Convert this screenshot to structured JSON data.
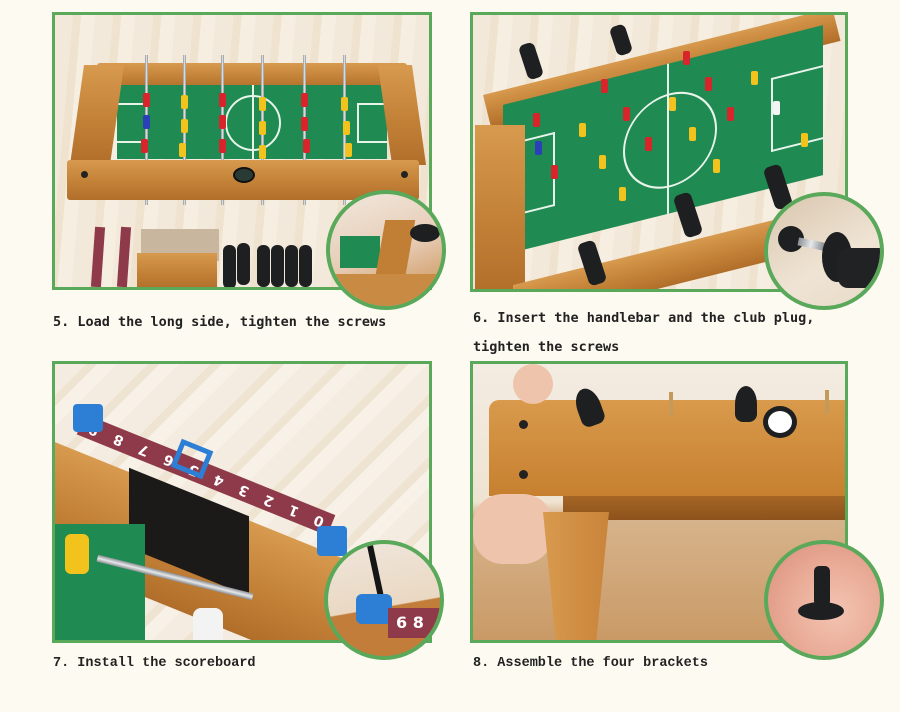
{
  "page": {
    "background": "#fdfbf1",
    "frame_color": "#5aa85a"
  },
  "steps": [
    {
      "number": "5.",
      "caption": "5. Load the long side, tighten the screws",
      "image_description": "Foosball table frame with parts laid out: two score strips, wooden side boards, black handles; inset shows hands attaching long side"
    },
    {
      "number": "6.",
      "caption_line1": "6. Insert the handlebar and the club plug,",
      "caption_line2": "tighten the screws",
      "image_description": "Assembled foosball table with handles inserted on rods; inset shows handle and club plug close-up"
    },
    {
      "number": "7.",
      "caption": "7. Install the scoreboard",
      "image_description": "Maroon scoreboard strip with numbers 0-9 and blue sliders mounted on table side; inset shows screwdriver fixing blue clip"
    },
    {
      "number": "8.",
      "caption": "8. Assemble the four brackets",
      "image_description": "Hands attaching wooden leg bracket to table underside; inset shows black plastic plug held in fingers"
    }
  ],
  "scoreboard": {
    "digits": [
      "9",
      "8",
      "7",
      "6",
      "5",
      "4",
      "3",
      "2",
      "1",
      "0"
    ],
    "inset_digits": "6 8",
    "strip_color": "#8e3a4a",
    "clip_color": "#2d7fd6"
  }
}
